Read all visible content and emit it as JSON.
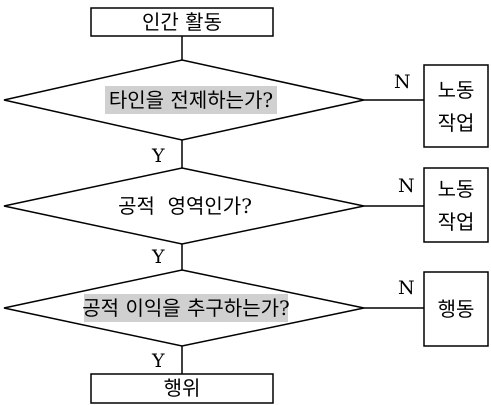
{
  "diagram": {
    "start_box": "인간 활동",
    "decisions": [
      {
        "question": "타인을 전제하는가?",
        "no_label": "N",
        "no_result_line1": "노동",
        "no_result_line2": "작업",
        "yes_label": "Y"
      },
      {
        "question": "공적  영역인가?",
        "no_label": "N",
        "no_result_line1": "노동",
        "no_result_line2": "작업",
        "yes_label": "Y"
      },
      {
        "question": "공적 이익을 추구하는가?",
        "no_label": "N",
        "no_result_line1": "행동",
        "yes_label": "Y"
      }
    ],
    "end_box": "행위"
  }
}
